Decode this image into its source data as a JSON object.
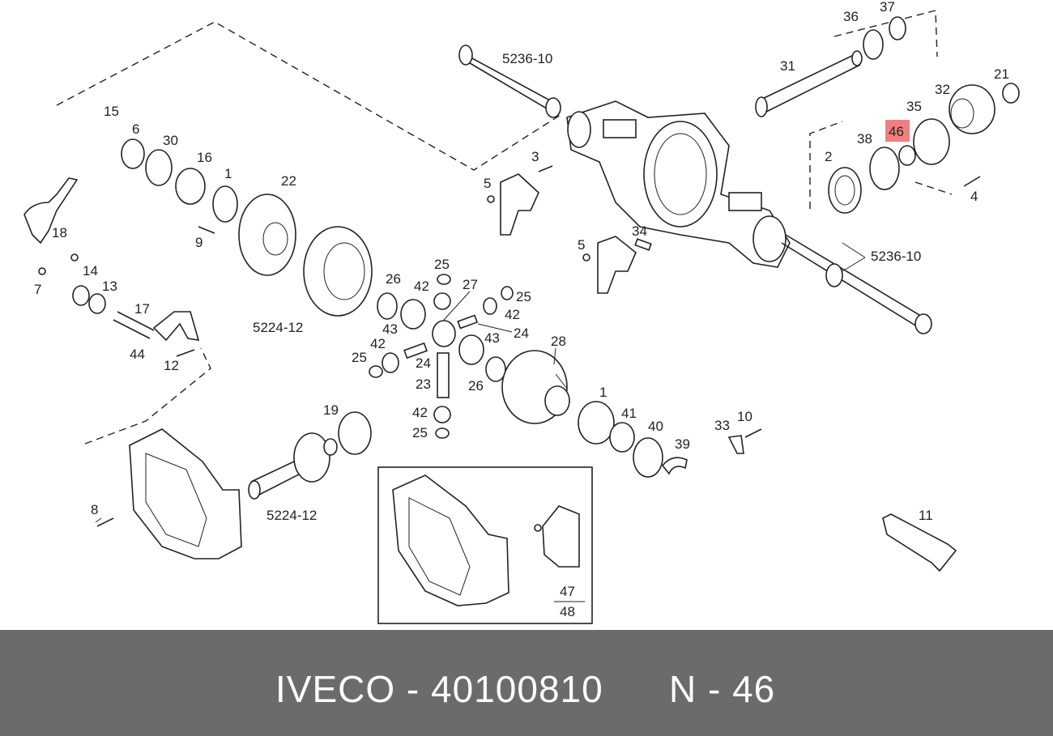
{
  "labels": {
    "l15": "15",
    "l6": "6",
    "l30": "30",
    "l16": "16",
    "l1a": "1",
    "l22": "22",
    "l9": "9",
    "l18": "18",
    "l14": "14",
    "l7": "7",
    "l13": "13",
    "l17": "17",
    "l44": "44",
    "l12": "12",
    "l5236a": "5236-10",
    "l3": "3",
    "l5a": "5",
    "l5b": "5",
    "l34": "34",
    "l5236b": "5236-10",
    "l36": "36",
    "l37": "37",
    "l31": "31",
    "l21": "21",
    "l32": "32",
    "l35": "35",
    "l46": "46",
    "l38": "38",
    "l2": "2",
    "l4": "4",
    "l5224a": "5224-12",
    "l26a": "26",
    "l25a": "25",
    "l42a": "42",
    "l27": "27",
    "l25b": "25",
    "l42b": "42",
    "l43a": "43",
    "l24a": "24",
    "l42c": "42",
    "l43b": "43",
    "l28": "28",
    "l25c": "25",
    "l24b": "24",
    "l23": "23",
    "l26b": "26",
    "l19": "19",
    "l42d": "42",
    "l25d": "25",
    "l1b": "1",
    "l41": "41",
    "l40": "40",
    "l39": "39",
    "l33": "33",
    "l10": "10",
    "l8": "8",
    "l5224b": "5224-12",
    "l11": "11",
    "l47": "47",
    "l48": "48"
  },
  "highlight": {
    "label": "46",
    "color": "#f08080"
  },
  "footer": {
    "part_text": "IVECO - 40100810",
    "ref_text": "N - 46",
    "background": "#6b6b6b"
  }
}
